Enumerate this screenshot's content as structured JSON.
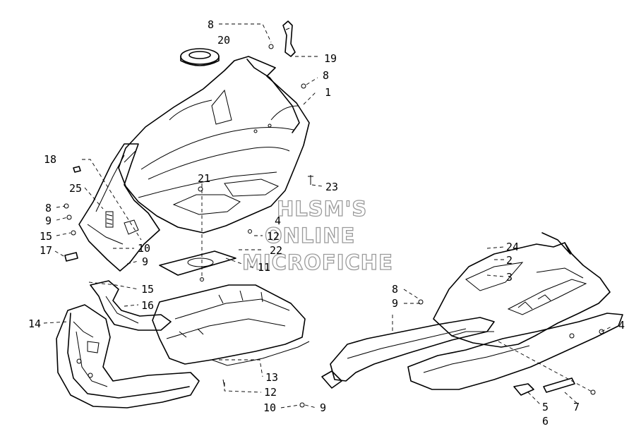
{
  "watermark": {
    "line1": "HLSM'S",
    "line2": "ONLINE",
    "line3": "MICROFICHE"
  },
  "callouts": [
    {
      "id": "c8a",
      "text": "8"
    },
    {
      "id": "c20",
      "text": "20"
    },
    {
      "id": "c19",
      "text": "19"
    },
    {
      "id": "c8b",
      "text": "8"
    },
    {
      "id": "c1",
      "text": "1"
    },
    {
      "id": "c18",
      "text": "18"
    },
    {
      "id": "c21",
      "text": "21"
    },
    {
      "id": "c23",
      "text": "23"
    },
    {
      "id": "c25",
      "text": "25"
    },
    {
      "id": "c8c",
      "text": "8"
    },
    {
      "id": "c9a",
      "text": "9"
    },
    {
      "id": "c4a",
      "text": "4"
    },
    {
      "id": "c15a",
      "text": "15"
    },
    {
      "id": "c12a",
      "text": "12"
    },
    {
      "id": "c10a",
      "text": "10"
    },
    {
      "id": "c17",
      "text": "17"
    },
    {
      "id": "c22",
      "text": "22"
    },
    {
      "id": "c9b",
      "text": "9"
    },
    {
      "id": "c11",
      "text": "11"
    },
    {
      "id": "c24",
      "text": "24"
    },
    {
      "id": "c2",
      "text": "2"
    },
    {
      "id": "c3",
      "text": "3"
    },
    {
      "id": "c15b",
      "text": "15"
    },
    {
      "id": "c16",
      "text": "16"
    },
    {
      "id": "c8d",
      "text": "8"
    },
    {
      "id": "c9c",
      "text": "9"
    },
    {
      "id": "c14",
      "text": "14"
    },
    {
      "id": "c4b",
      "text": "4"
    },
    {
      "id": "c13",
      "text": "13"
    },
    {
      "id": "c12b",
      "text": "12"
    },
    {
      "id": "c10b",
      "text": "10"
    },
    {
      "id": "c9d",
      "text": "9"
    },
    {
      "id": "c5",
      "text": "5"
    },
    {
      "id": "c7",
      "text": "7"
    },
    {
      "id": "c6",
      "text": "6"
    }
  ]
}
